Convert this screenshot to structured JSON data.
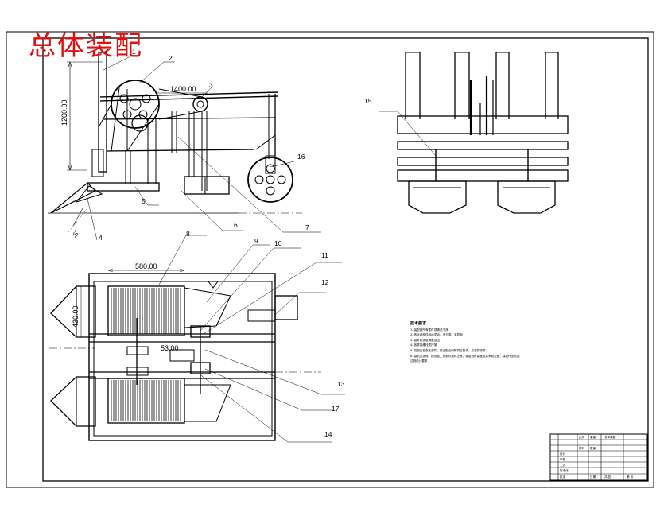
{
  "drawing_title": "总体装配",
  "dimensions": {
    "total_height": "1200.00",
    "wheelbase": "1400.00",
    "collector_width": "580.00",
    "divider_width": "430.00",
    "shaft_spacing": "53.00",
    "angle": "-5°"
  },
  "part_numbers": [
    "1",
    "2",
    "3",
    "4",
    "5",
    "6",
    "7",
    "8",
    "9",
    "10",
    "11",
    "12",
    "13",
    "14",
    "15",
    "16",
    "17"
  ],
  "tech_notes": {
    "heading": "技术要求",
    "items": [
      "1. 装配前所有零件须清洗干净",
      "2. 各运动部件转动灵活，无卡滞、无异响",
      "3. 链条张紧度调整适当",
      "4. 各联接螺栓须拧紧",
      "5. 装配后检查各部件，保证配合间隙符合要求，涂装防锈漆",
      "6. 整机试运转，检查各工作部件运转正常，调整割台高度及拨禾轮位置，保证作业质量",
      "   达到设计要求"
    ]
  },
  "title_block": {
    "cells": [
      "总体装配",
      "比例",
      "材料",
      "重量",
      "数量",
      "设计",
      "审核",
      "工艺",
      "标准化",
      "批准",
      "日期",
      "共 张",
      "第 张"
    ]
  }
}
